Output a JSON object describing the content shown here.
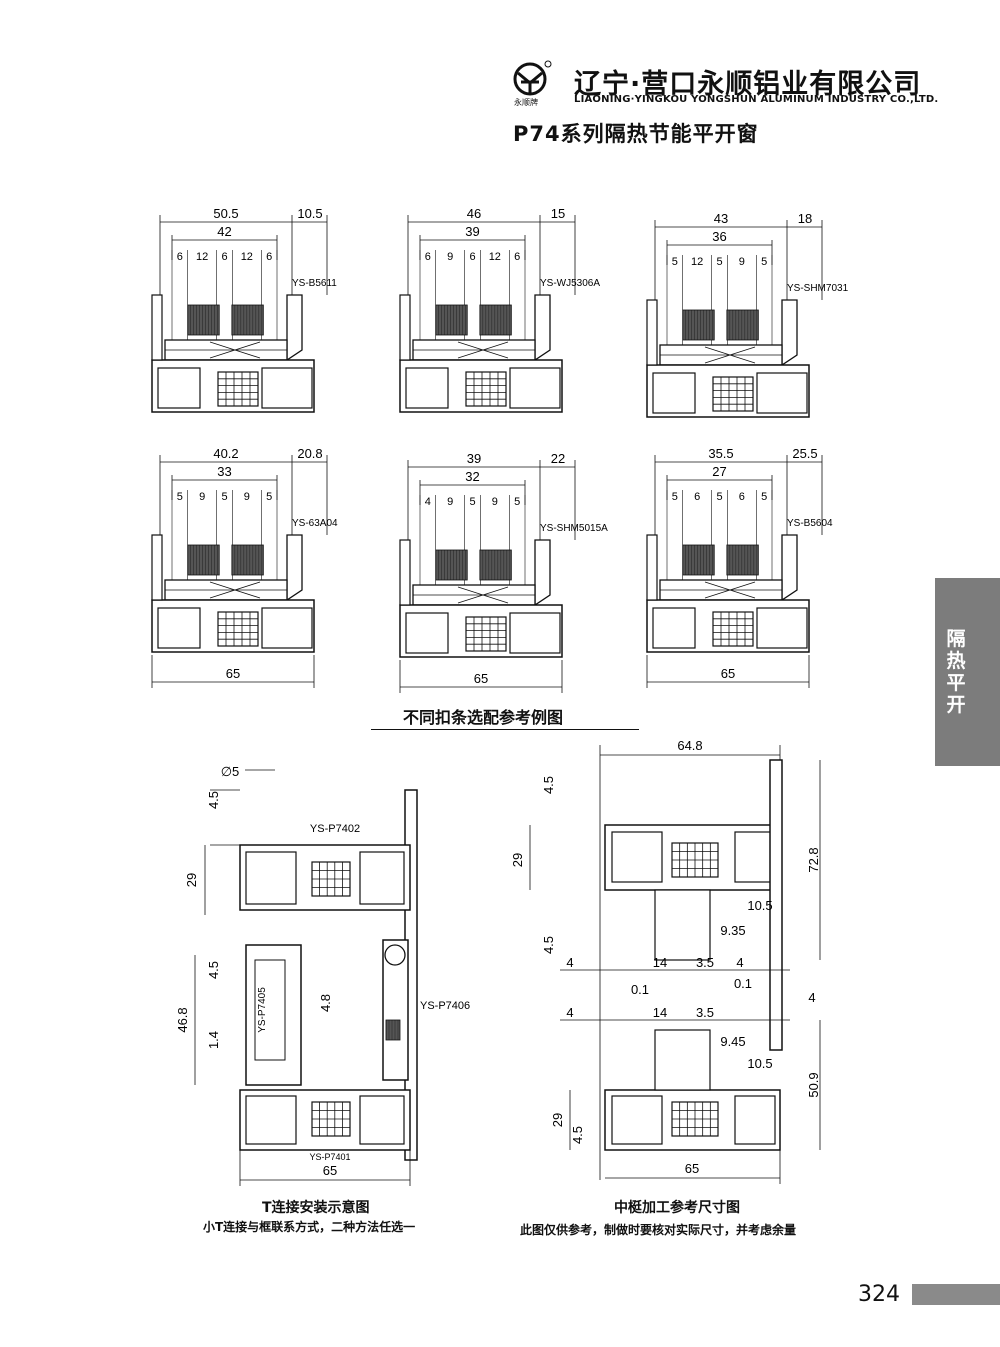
{
  "header": {
    "logo_icon": "company-logo-icon",
    "logo_sub": "永顺牌",
    "company_cn": "辽宁·营口永顺铝业有限公司",
    "company_en": "LIAONING·YINGKOU YONGSHUN ALUMINUM INDUSTRY CO.,LTD.",
    "series_title": "P74系列隔热节能平开窗"
  },
  "side_tab": {
    "label": "隔热平开"
  },
  "page_number": "324",
  "sections": [
    {
      "code": "YS-B5611",
      "dims": {
        "overall": "50.5",
        "side": "10.5",
        "inner": "42",
        "glass": [
          "6",
          "12",
          "6",
          "12",
          "6"
        ]
      }
    },
    {
      "code": "YS-WJ5306A",
      "dims": {
        "overall": "46",
        "side": "15",
        "inner": "39",
        "glass": [
          "6",
          "9",
          "6",
          "12",
          "6"
        ]
      }
    },
    {
      "code": "YS-SHM7031",
      "dims": {
        "overall": "43",
        "side": "18",
        "inner": "36",
        "glass": [
          "5",
          "12",
          "5",
          "9",
          "5"
        ]
      }
    },
    {
      "code": "YS-63A04",
      "dims": {
        "overall": "40.2",
        "side": "20.8",
        "inner": "33",
        "glass": [
          "5",
          "9",
          "5",
          "9",
          "5"
        ]
      }
    },
    {
      "code": "YS-SHM5015A",
      "dims": {
        "overall": "39",
        "side": "22",
        "inner": "32",
        "glass": [
          "4",
          "9",
          "5",
          "9",
          "5"
        ]
      }
    },
    {
      "code": "YS-B5604",
      "dims": {
        "overall": "35.5",
        "side": "25.5",
        "inner": "27",
        "glass": [
          "5",
          "6",
          "5",
          "6",
          "5"
        ]
      }
    }
  ],
  "frame_width": "65",
  "row_caption": "不同扣条选配参考例图",
  "t_connection": {
    "dims": {
      "d5": "∅5",
      "d4_5_top": "4.5",
      "d29": "29",
      "d4_5_mid": "4.5",
      "d46_8": "46.8",
      "d1_4": "1.4",
      "d4_8": "4.8",
      "d65": "65"
    },
    "codes": {
      "top": "YS-P7402",
      "left": "YS-P7405",
      "right": "YS-P7406",
      "bottom": "YS-P7401"
    },
    "caption": "T连接安装示意图",
    "note": "小T连接与框联系方式，二种方法任选一"
  },
  "mullion": {
    "dims": {
      "d64_8": "64.8",
      "d4_5_a": "4.5",
      "d29_a": "29",
      "d72_8": "72.8",
      "d10_5_a": "10.5",
      "d4_5_b": "4.5",
      "d9_35": "9.35",
      "d4_a": "4",
      "d14_a": "14",
      "d3_5_a": "3.5",
      "d4_b": "4",
      "d0_1_a": "0.1",
      "d0_1_b": "0.1",
      "d4_c": "4",
      "d4_d": "4",
      "d14_b": "14",
      "d3_5_b": "3.5",
      "d9_45": "9.45",
      "d10_5_b": "10.5",
      "d50_9": "50.9",
      "d29_b": "29",
      "d4_5_c": "4.5",
      "d65": "65"
    },
    "caption": "中梃加工参考尺寸图",
    "note": "此图仅供参考，制做时要核对实际尺寸，并考虑余量"
  }
}
